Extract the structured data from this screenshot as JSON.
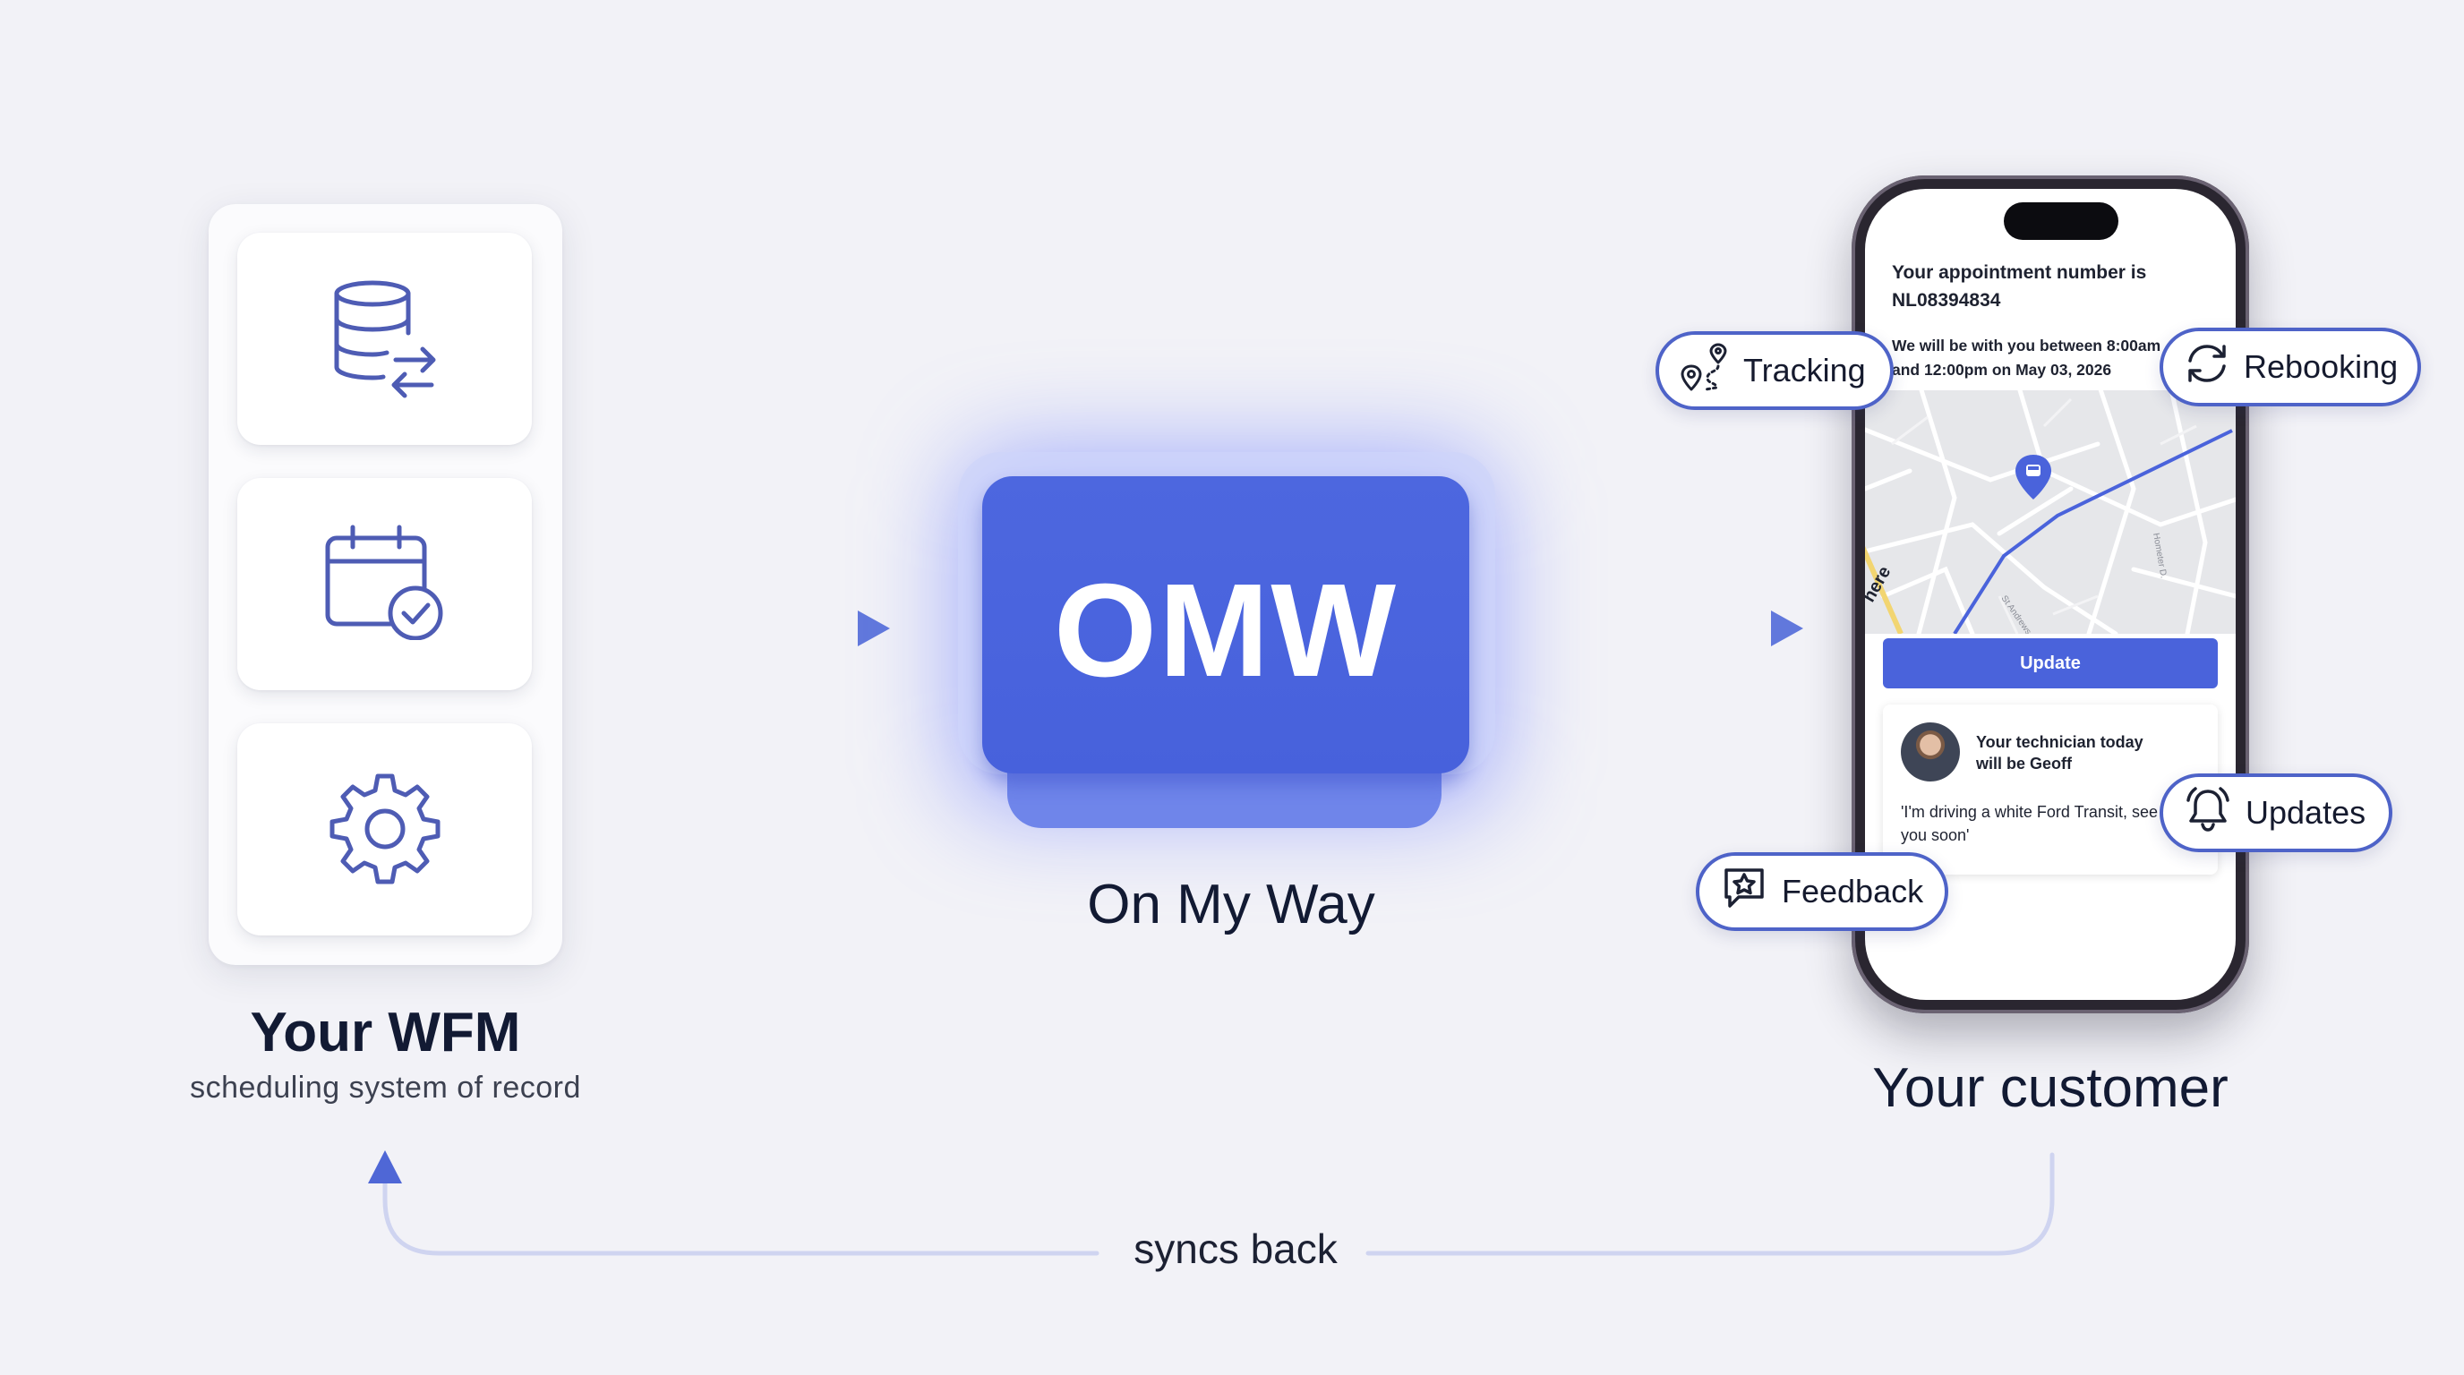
{
  "colors": {
    "background": "#f2f2f7",
    "accent": "#4a63db",
    "pill_border": "#4e63c8",
    "route": "#4a63db",
    "icon_stroke": "#4e5cb4"
  },
  "wfm": {
    "title": "Your WFM",
    "subtitle": "scheduling system of record",
    "icons": [
      "database-sync-icon",
      "calendar-check-icon",
      "gear-icon"
    ]
  },
  "omw": {
    "logo_text": "OMW",
    "caption": "On My Way"
  },
  "phone": {
    "appointment_line1": "Your appointment number is",
    "appointment_number": "NL08394834",
    "window_line1": "We will be with you between 8:00am",
    "window_line2": "and 12:00pm on May 03, 2026",
    "map": {
      "brand": "here",
      "street_1": "St Andrews",
      "street_2": "Hometer D.",
      "marker_icon": "van-pin-icon"
    },
    "update_button": "Update",
    "technician_line1": "Your technician today",
    "technician_line2": "will be Geoff",
    "quote_line1": "'I'm driving a white Ford Transit, see",
    "quote_line2": "you soon'"
  },
  "pills": {
    "tracking": "Tracking",
    "rebooking": "Rebooking",
    "updates": "Updates",
    "feedback": "Feedback"
  },
  "customer": {
    "title": "Your customer"
  },
  "flow": {
    "syncs_back": "syncs back"
  }
}
